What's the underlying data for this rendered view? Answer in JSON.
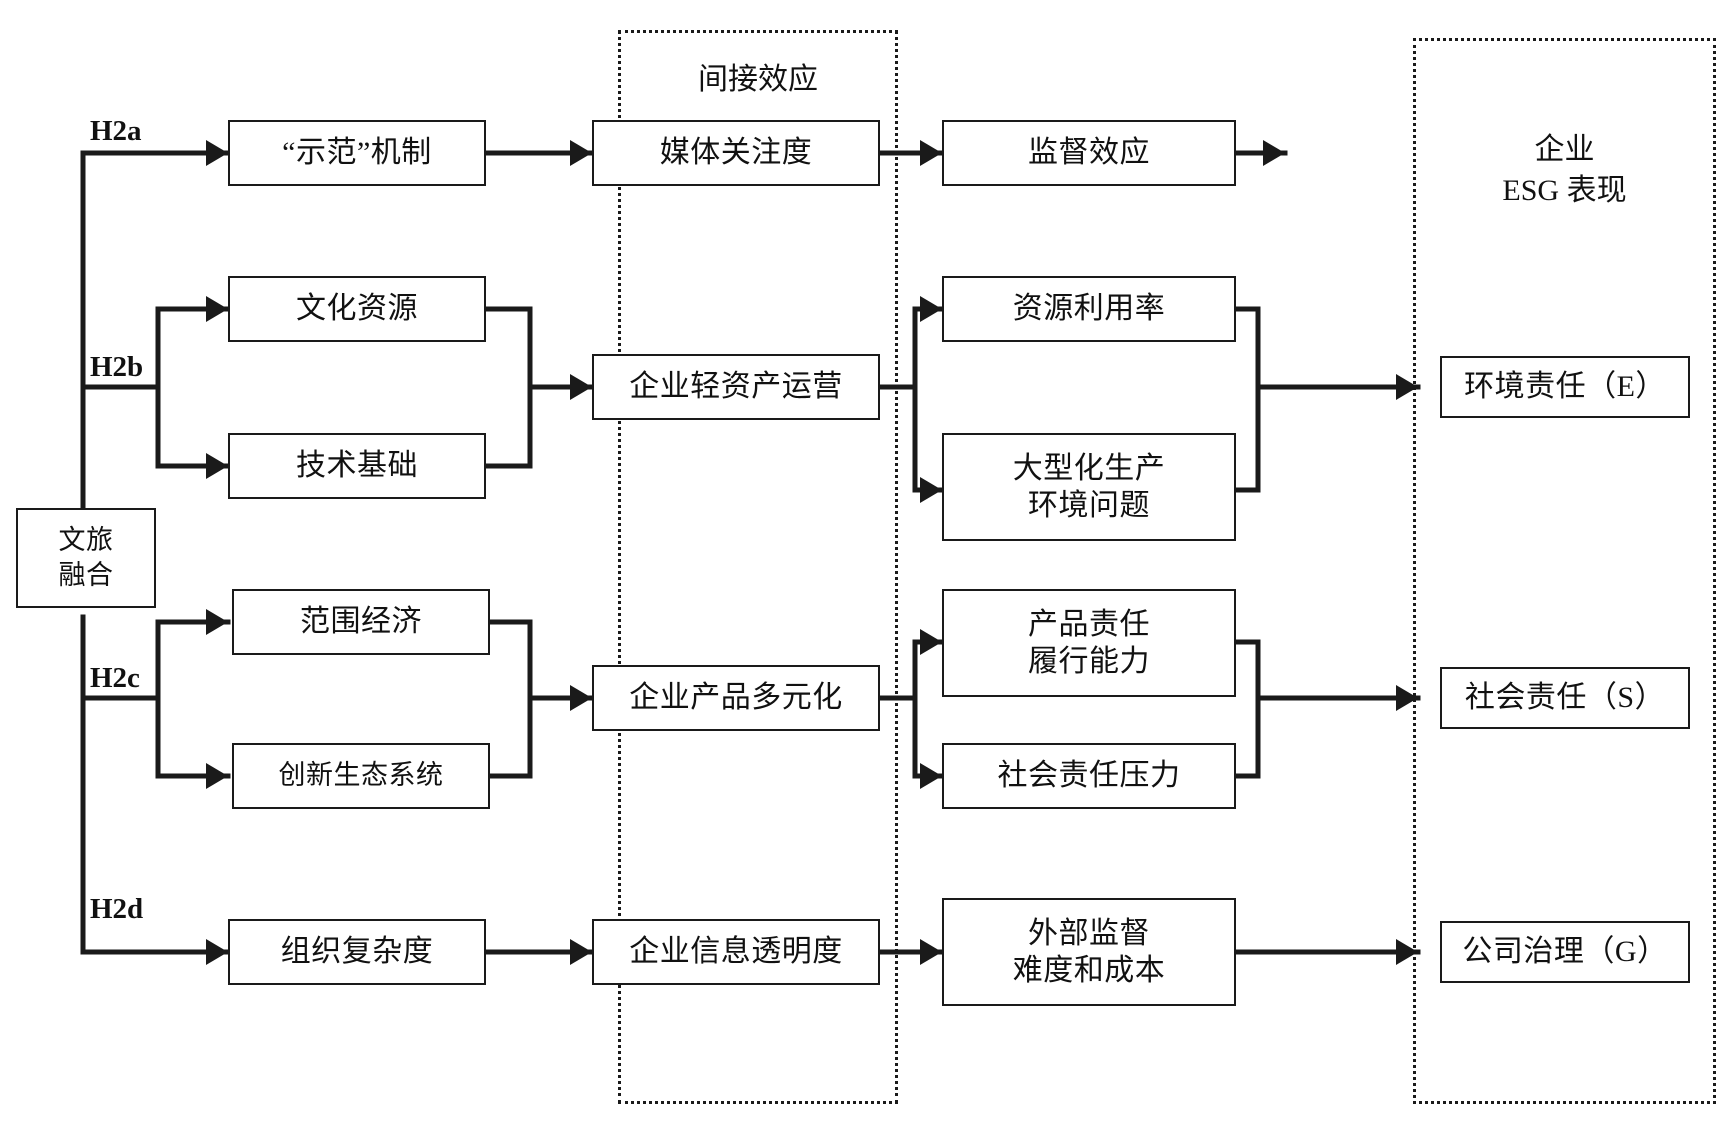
{
  "diagram": {
    "title_source": "文旅\n融合",
    "hypotheses": [
      {
        "id": "h2a",
        "label": "H2a"
      },
      {
        "id": "h2b",
        "label": "H2b"
      },
      {
        "id": "h2c",
        "label": "H2c"
      },
      {
        "id": "h2d",
        "label": "H2d"
      }
    ],
    "groups": [
      {
        "id": "indirect",
        "label": "间接效应"
      },
      {
        "id": "esg",
        "label": "企业\nESG 表现"
      }
    ],
    "column1": [
      {
        "id": "c1-1",
        "label": "“示范”机制"
      },
      {
        "id": "c1-2",
        "label": "文化资源"
      },
      {
        "id": "c1-3",
        "label": "技术基础"
      },
      {
        "id": "c1-4",
        "label": "范围经济"
      },
      {
        "id": "c1-5",
        "label": "创新生态系统"
      },
      {
        "id": "c1-6",
        "label": "组织复杂度"
      }
    ],
    "column2": [
      {
        "id": "c2-1",
        "label": "媒体关注度"
      },
      {
        "id": "c2-2",
        "label": "企业轻资产运营"
      },
      {
        "id": "c2-3",
        "label": "企业产品多元化"
      },
      {
        "id": "c2-4",
        "label": "企业信息透明度"
      }
    ],
    "column3": [
      {
        "id": "c3-1",
        "label": "监督效应"
      },
      {
        "id": "c3-2",
        "label": "资源利用率"
      },
      {
        "id": "c3-3",
        "label": "大型化生产\n环境问题"
      },
      {
        "id": "c3-4",
        "label": "产品责任\n履行能力"
      },
      {
        "id": "c3-5",
        "label": "社会责任压力"
      },
      {
        "id": "c3-6",
        "label": "外部监督\n难度和成本"
      }
    ],
    "column4": [
      {
        "id": "c4-1",
        "label": "环境责任（E）"
      },
      {
        "id": "c4-2",
        "label": "社会责任（S）"
      },
      {
        "id": "c4-3",
        "label": "公司治理（G）"
      }
    ],
    "colors": {
      "stroke": "#1a1a1a",
      "background": "#ffffff",
      "text": "#111111"
    }
  }
}
